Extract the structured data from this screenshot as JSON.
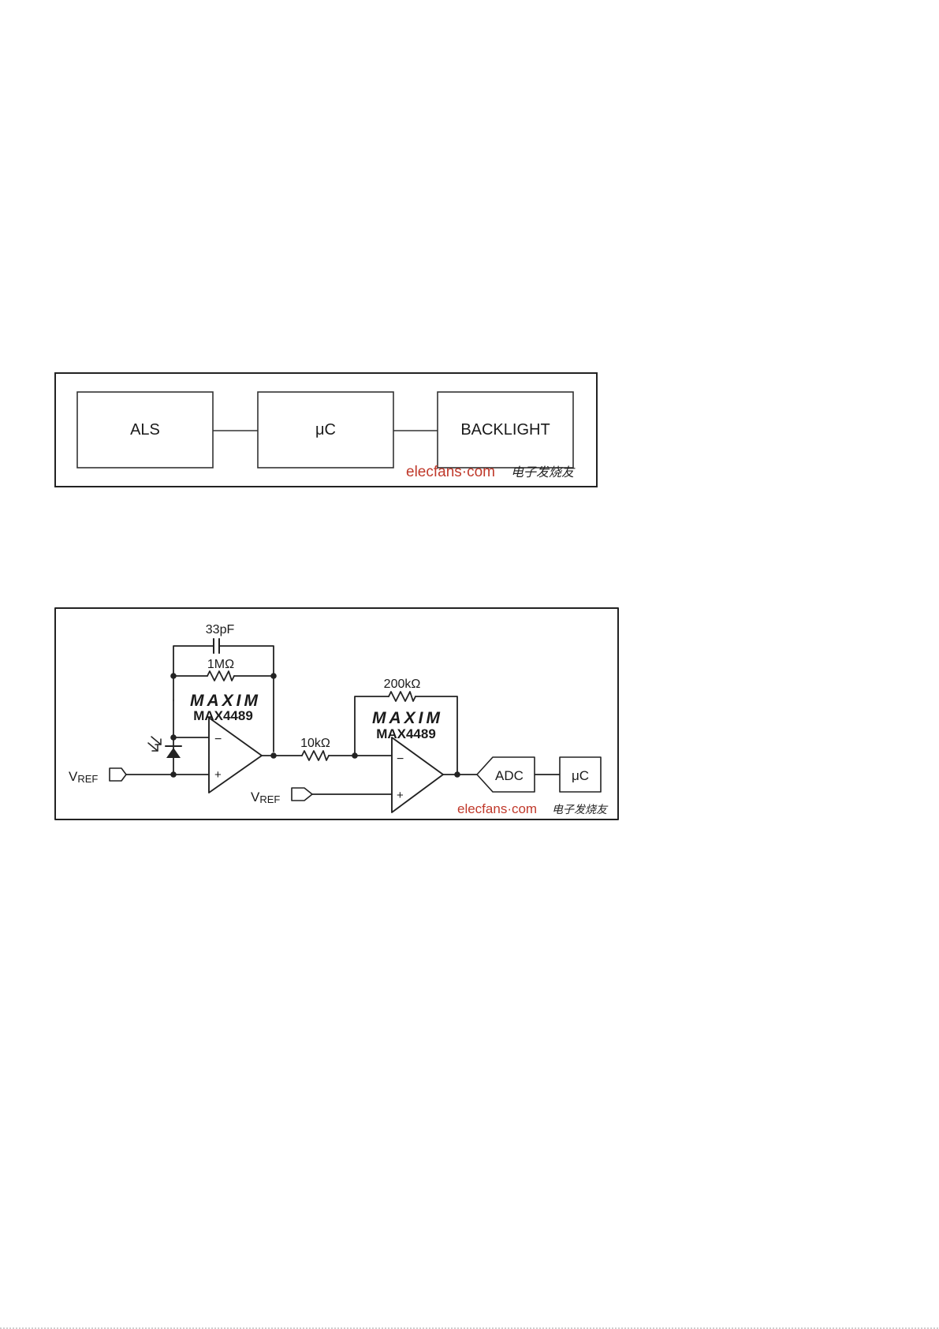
{
  "block_diagram": {
    "blocks": [
      "ALS",
      "μC",
      "BACKLIGHT"
    ],
    "watermark": {
      "site": "elecfans·com",
      "cjk": "电子发烧友"
    }
  },
  "circuit": {
    "capacitor_label": "33pF",
    "feedback_resistor_1": "1MΩ",
    "series_resistor": "10kΩ",
    "feedback_resistor_2": "200kΩ",
    "brand_logo": "MAXIM",
    "opamp_part_1": "MAX4489",
    "opamp_part_2": "MAX4489",
    "vref_main": "V",
    "vref_sub": "REF",
    "minus_sign": "−",
    "plus_sign": "+",
    "adc_label": "ADC",
    "uc_label": "μC",
    "watermark": {
      "site": "elecfans·com",
      "cjk": "电子发烧友"
    }
  }
}
